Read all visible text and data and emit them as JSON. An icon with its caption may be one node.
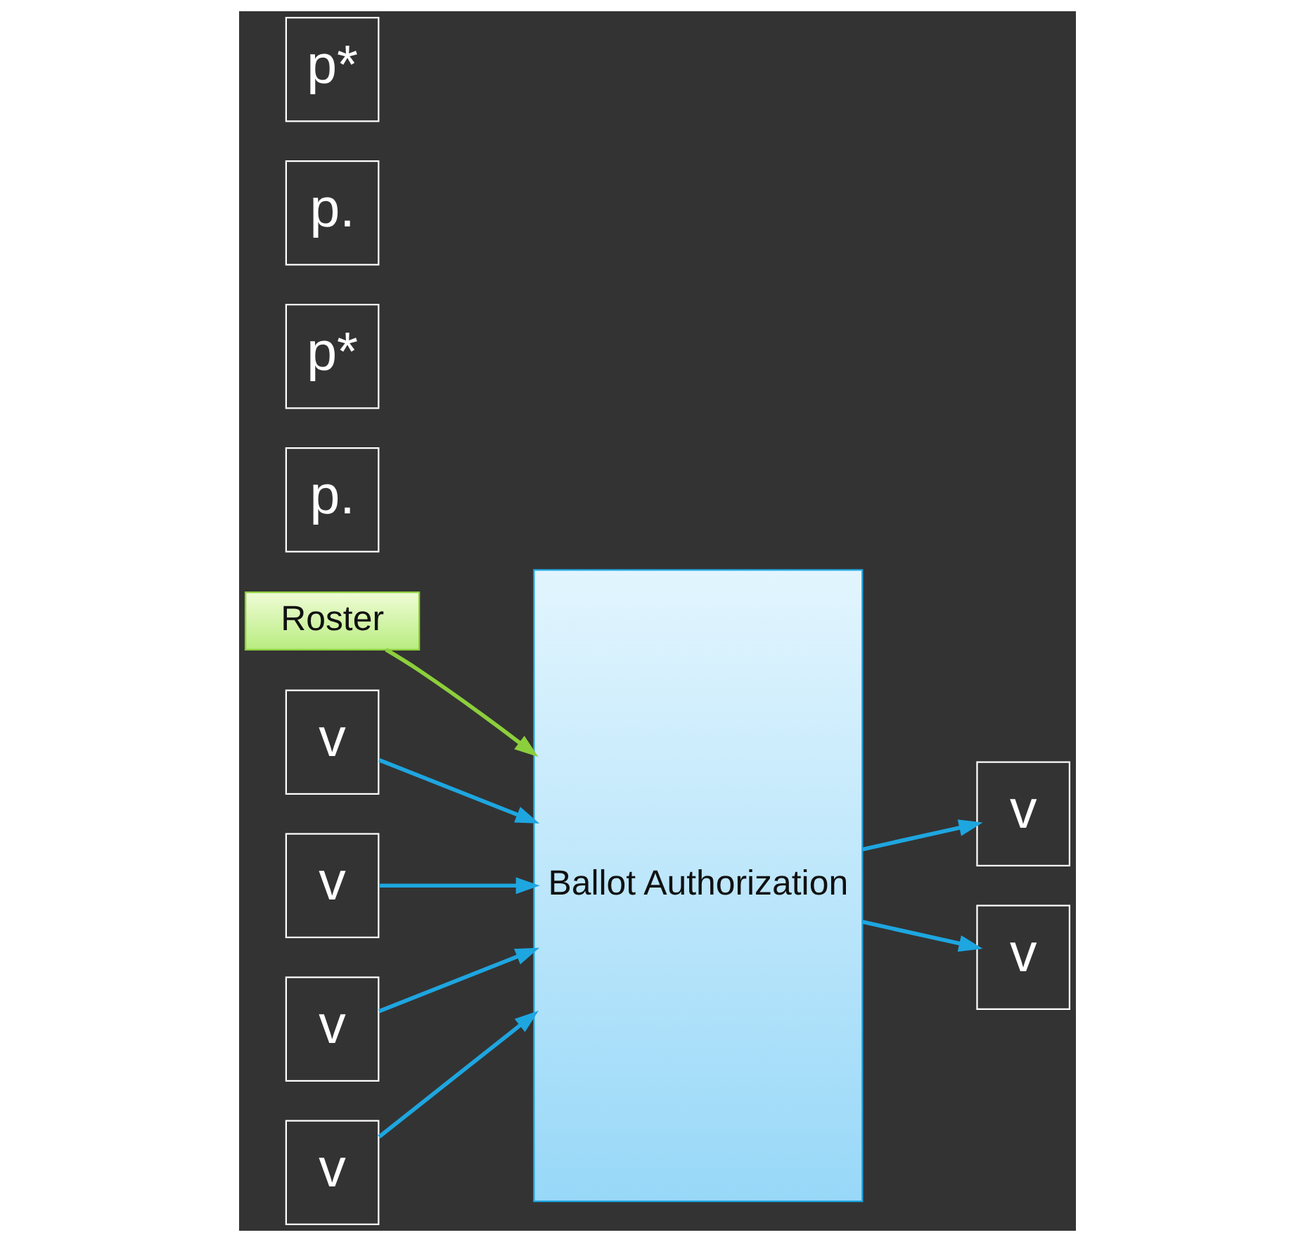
{
  "diagram": {
    "nodes": [
      {
        "text": [
          "Roster"
        ]
      },
      {
        "text": [
          "Ballot Authorization"
        ]
      },
      {
        "text": [
          "p."
        ]
      },
      {
        "text": [
          "v"
        ]
      },
      {
        "text": [
          "p*"
        ]
      },
      {
        "text": [
          "v"
        ]
      },
      {
        "text": [
          "p."
        ]
      },
      {
        "text": [
          "v"
        ]
      },
      {
        "text": [
          "p*"
        ]
      },
      {
        "text": [
          "v"
        ]
      },
      {
        "text": [
          "v"
        ]
      },
      {
        "text": [
          "v"
        ]
      }
    ],
    "edges": [
      {
        "from": 0,
        "to": 1,
        "arrow": "to",
        "color": "#8ccf3c"
      },
      {
        "from": 3,
        "to": 1,
        "arrow": "to"
      },
      {
        "from": 5,
        "to": 1,
        "arrow": "to"
      },
      {
        "from": 7,
        "to": 1,
        "arrow": "to"
      },
      {
        "from": 9,
        "to": 1,
        "arrow": "to"
      },
      {
        "from": 1,
        "to": 10,
        "arrow": "to"
      },
      {
        "from": 1,
        "to": 11,
        "arrow": "to"
      }
    ]
  }
}
